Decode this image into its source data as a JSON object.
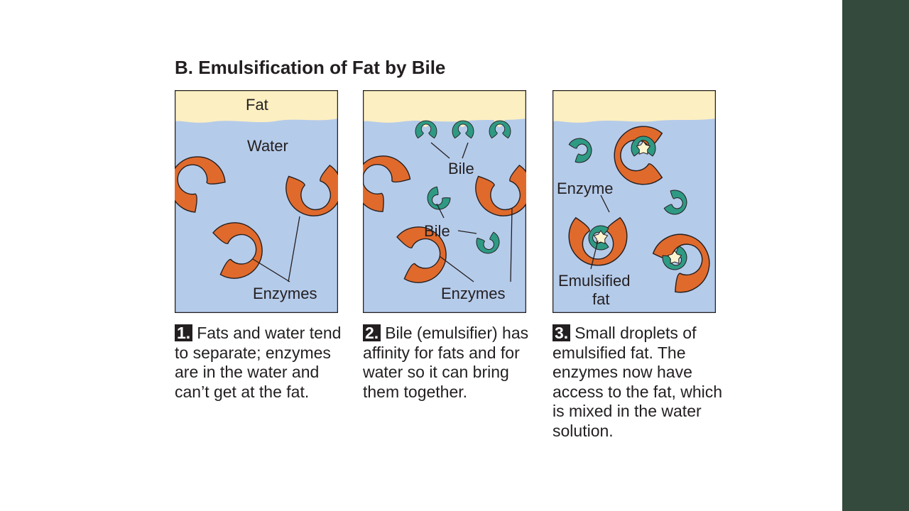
{
  "title": "B. Emulsification of Fat by Bile",
  "colors": {
    "fat_layer": "#fcefc2",
    "water": "#b5cbea",
    "enzyme": "#e06a2c",
    "bile": "#2f9a84",
    "emulsified_fat": "#fff4cf",
    "outline": "#231f20",
    "sidebar": "#334a3d"
  },
  "panels": [
    {
      "labels": {
        "fat": "Fat",
        "water": "Water",
        "enzymes": "Enzymes"
      },
      "step_number": "1.",
      "caption": "Fats and water tend to separate; enzymes are in the water and can’t get at the fat."
    },
    {
      "labels": {
        "bile_top": "Bile",
        "bile_middle": "Bile",
        "enzymes": "Enzymes"
      },
      "step_number": "2.",
      "caption": "Bile (emulsifier) has affinity for fats and for water so it can bring them together."
    },
    {
      "labels": {
        "enzyme": "Enzyme",
        "emulsified_fat_line1": "Emulsified",
        "emulsified_fat_line2": "fat"
      },
      "step_number": "3.",
      "caption": "Small droplets of emulsified fat. The enzymes now have access to the fat, which is mixed in the water solution."
    }
  ]
}
